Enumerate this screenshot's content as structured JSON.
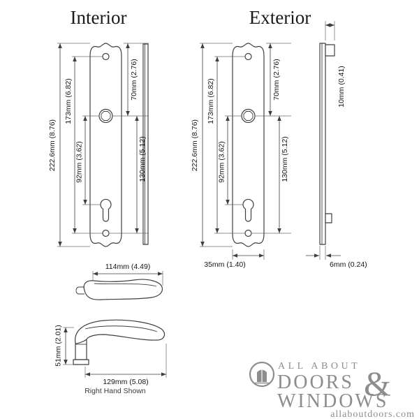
{
  "titles": {
    "interior": "Interior",
    "exterior": "Exterior"
  },
  "interior_dims": {
    "overall_height": "222.6mm (8.76)",
    "screw_spacing": "173mm (6.82)",
    "handle_to_cylinder": "92mm (3.62)",
    "top_to_handle": "70mm (2.76)",
    "handle_to_bottom": "130mm (5.12)"
  },
  "exterior_dims": {
    "overall_height": "222.6mm (8.76)",
    "screw_spacing": "173mm (6.82)",
    "handle_to_cylinder": "92mm (3.62)",
    "top_to_handle": "70mm (2.76)",
    "top_projection": "10mm (0.41)",
    "handle_to_bottom": "130mm (5.12)",
    "plate_width": "35mm (1.40)",
    "plate_thickness": "6mm (0.24)"
  },
  "handle_dims": {
    "top_view_length": "114mm (4.49)",
    "side_view_length": "129mm (5.08)",
    "handle_height": "51mm (2.01)",
    "orientation_note": "Right Hand Shown"
  },
  "logo": {
    "tagline": "ALL ABOUT",
    "word1": "DOORS",
    "ampersand": "&",
    "word2": "WINDOWS",
    "website": "allaboutdoors.com"
  },
  "colors": {
    "drawing_line": "#3f3f3f",
    "logo_gray": "#8d8d8d",
    "background": "#ffffff"
  }
}
